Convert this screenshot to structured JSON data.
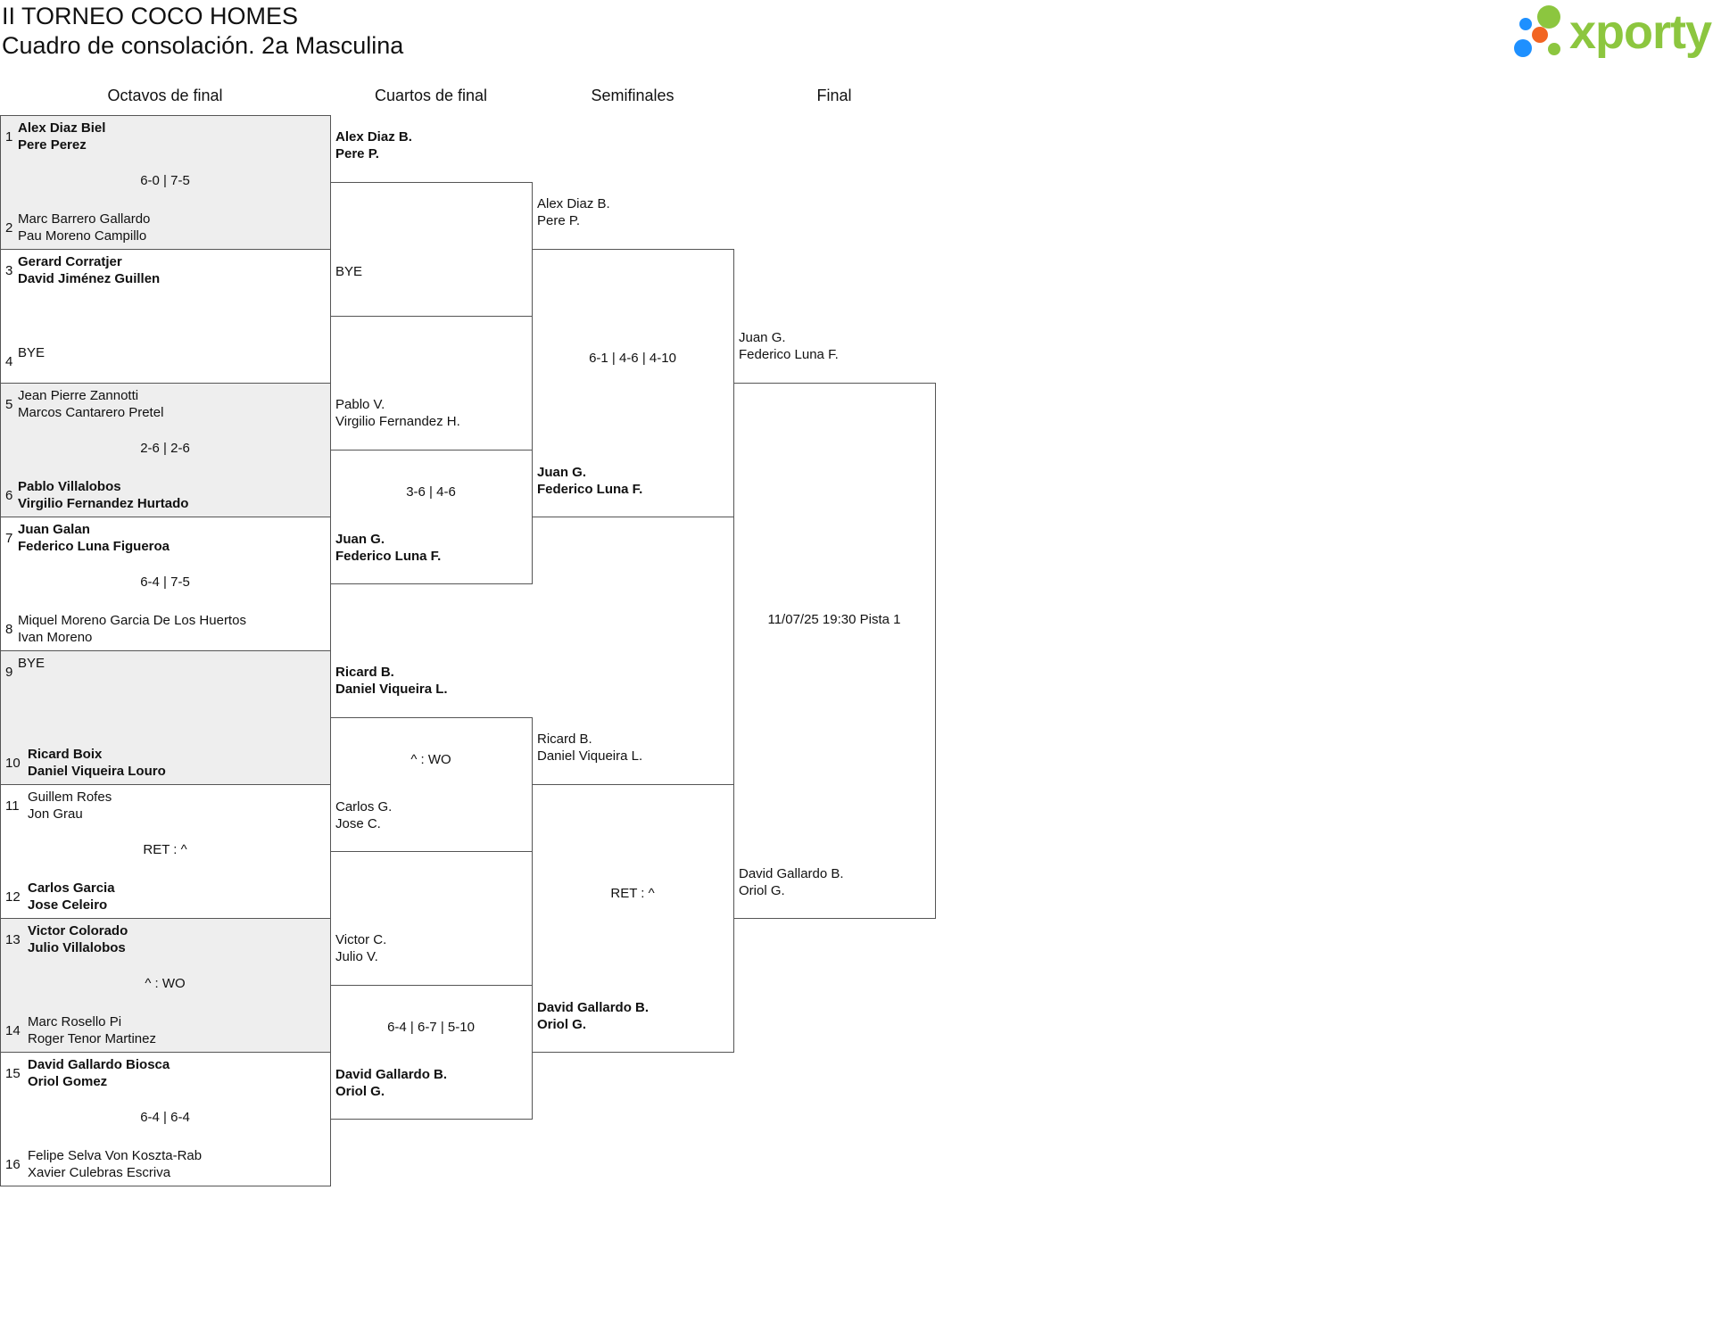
{
  "header": {
    "title": "II TORNEO COCO HOMES",
    "subtitle": "Cuadro de consolación. 2a Masculina",
    "logo_text": "xporty",
    "colors": {
      "green": "#8cc63f",
      "blue": "#1e90ff",
      "orange": "#f26522"
    }
  },
  "rounds": [
    "Octavos de final",
    "Cuartos de final",
    "Semifinales",
    "Final"
  ],
  "r16": [
    {
      "seed": "1",
      "p1": "Alex Diaz Biel",
      "p2": "Pere Perez",
      "win": true
    },
    {
      "seed": "2",
      "p1": "Marc Barrero Gallardo",
      "p2": "Pau Moreno Campillo",
      "win": false
    },
    {
      "seed": "3",
      "p1": "Gerard Corratjer",
      "p2": "David Jiménez Guillen",
      "win": true
    },
    {
      "seed": "4",
      "p1": "BYE",
      "p2": "",
      "win": false
    },
    {
      "seed": "5",
      "p1": "Jean Pierre Zannotti",
      "p2": "Marcos Cantarero Pretel",
      "win": false
    },
    {
      "seed": "6",
      "p1": "Pablo Villalobos",
      "p2": "Virgilio Fernandez Hurtado",
      "win": true
    },
    {
      "seed": "7",
      "p1": "Juan Galan",
      "p2": "Federico Luna Figueroa",
      "win": true
    },
    {
      "seed": "8",
      "p1": "Miquel Moreno Garcia De Los Huertos",
      "p2": "Ivan Moreno",
      "win": false
    },
    {
      "seed": "9",
      "p1": "BYE",
      "p2": "",
      "win": false
    },
    {
      "seed": "10",
      "p1": "Ricard Boix",
      "p2": "Daniel Viqueira Louro",
      "win": true
    },
    {
      "seed": "11",
      "p1": "Guillem Rofes",
      "p2": "Jon Grau",
      "win": false
    },
    {
      "seed": "12",
      "p1": "Carlos Garcia",
      "p2": "Jose Celeiro",
      "win": true
    },
    {
      "seed": "13",
      "p1": "Victor Colorado",
      "p2": "Julio Villalobos",
      "win": true
    },
    {
      "seed": "14",
      "p1": "Marc Rosello Pi",
      "p2": "Roger Tenor Martinez",
      "win": false
    },
    {
      "seed": "15",
      "p1": "David Gallardo Biosca",
      "p2": "Oriol Gomez",
      "win": true
    },
    {
      "seed": "16",
      "p1": "Felipe Selva Von Koszta-Rab",
      "p2": "Xavier Culebras Escriva",
      "win": false
    }
  ],
  "r16_scores": [
    "6-0 | 7-5",
    "",
    "2-6 | 2-6",
    "6-4 | 7-5",
    "",
    "RET : ^",
    "^ : WO",
    "6-4 | 6-4"
  ],
  "qf": [
    {
      "p1": "Alex Diaz B.",
      "p2": "Pere P.",
      "win": true
    },
    {
      "p1": "BYE",
      "p2": "",
      "win": false
    },
    {
      "p1": "Pablo V.",
      "p2": "Virgilio Fernandez H.",
      "win": false
    },
    {
      "p1": "Juan G.",
      "p2": "Federico Luna F.",
      "win": true
    },
    {
      "p1": "Ricard B.",
      "p2": "Daniel Viqueira L.",
      "win": true
    },
    {
      "p1": "Carlos G.",
      "p2": "Jose C.",
      "win": false
    },
    {
      "p1": "Victor C.",
      "p2": "Julio V.",
      "win": false
    },
    {
      "p1": "David Gallardo B.",
      "p2": "Oriol G.",
      "win": true
    }
  ],
  "qf_scores": [
    "",
    "3-6 | 4-6",
    "^ : WO",
    "6-4 | 6-7 | 5-10"
  ],
  "sf": [
    {
      "p1": "Alex Diaz B.",
      "p2": "Pere P.",
      "win": false
    },
    {
      "p1": "Juan G.",
      "p2": "Federico Luna F.",
      "win": true
    },
    {
      "p1": "Ricard B.",
      "p2": "Daniel Viqueira L.",
      "win": false
    },
    {
      "p1": "David Gallardo B.",
      "p2": "Oriol G.",
      "win": true
    }
  ],
  "sf_scores": [
    "6-1 | 4-6 | 4-10",
    "RET : ^"
  ],
  "final": [
    {
      "p1": "Juan G.",
      "p2": "Federico Luna F.",
      "win": false
    },
    {
      "p1": "David Gallardo B.",
      "p2": "Oriol G.",
      "win": false
    }
  ],
  "final_info": "11/07/25 19:30 Pista 1"
}
